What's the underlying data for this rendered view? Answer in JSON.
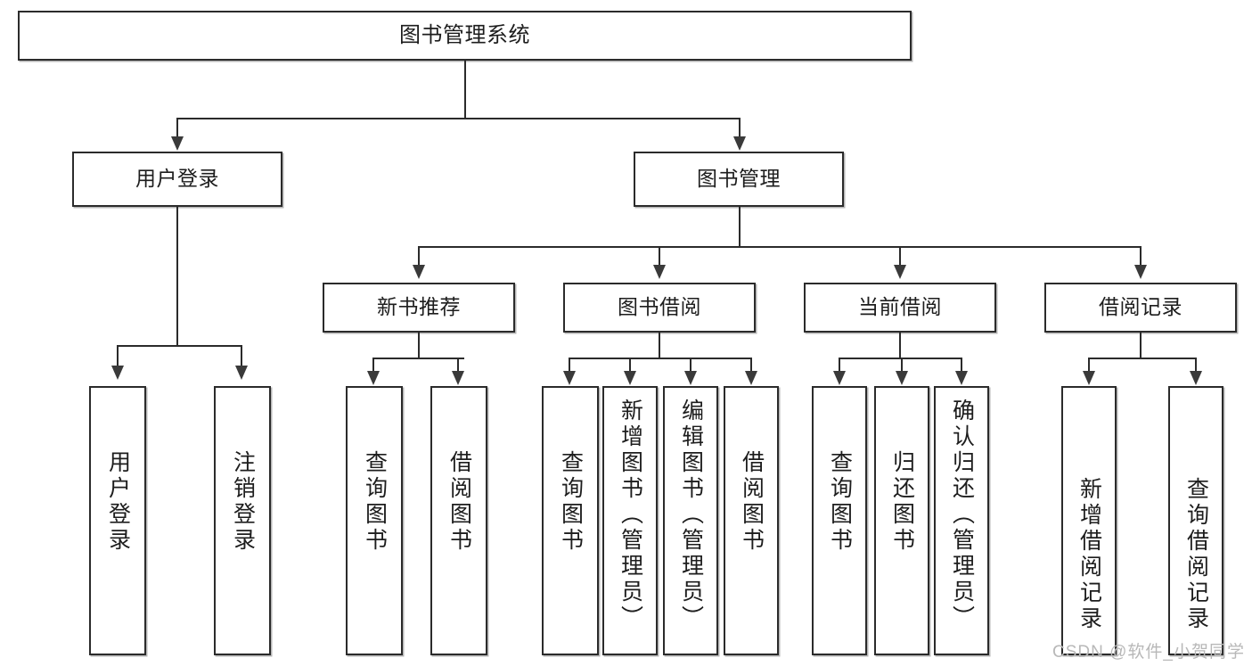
{
  "diagram": {
    "title": "图书管理系统",
    "type": "tree-hierarchy",
    "watermark": "CSDN @软件_小贺同学",
    "colors": {
      "box_border": "#2b2b2b",
      "background": "#ffffff",
      "text": "#1d1d1d",
      "watermark": "#b8b8b8"
    },
    "levels": {
      "level1": [
        "图书管理系统"
      ],
      "level2": [
        "用户登录",
        "图书管理"
      ],
      "level3": [
        "新书推荐",
        "图书借阅",
        "当前借阅",
        "借阅记录"
      ],
      "level4": [
        "用户登录",
        "注销登录",
        "查询图书",
        "借阅图书",
        "查询图书",
        "新增图书（管理员）",
        "编辑图书（管理员）",
        "借阅图书",
        "查询图书",
        "归还图书",
        "确认归还（管理员）",
        "新增借阅记录",
        "查询借阅记录"
      ]
    },
    "nodes": {
      "root": {
        "label": "图书管理系统"
      },
      "user_login": {
        "label": "用户登录"
      },
      "book_mgmt": {
        "label": "图书管理"
      },
      "new_book_rec": {
        "label": "新书推荐"
      },
      "book_borrow": {
        "label": "图书借阅"
      },
      "current_borrow": {
        "label": "当前借阅"
      },
      "borrow_record": {
        "label": "借阅记录"
      },
      "leaf_user_login": {
        "label": "用户登录"
      },
      "leaf_logout": {
        "label": "注销登录"
      },
      "leaf_query_book_a": {
        "label": "查询图书"
      },
      "leaf_borrow_book_a": {
        "label": "借阅图书"
      },
      "leaf_query_book_b": {
        "label": "查询图书"
      },
      "leaf_add_book": {
        "label": "新增图书（管理员）"
      },
      "leaf_edit_book": {
        "label": "编辑图书（管理员）"
      },
      "leaf_borrow_book_b": {
        "label": "借阅图书"
      },
      "leaf_query_book_c": {
        "label": "查询图书"
      },
      "leaf_return_book": {
        "label": "归还图书"
      },
      "leaf_confirm_return": {
        "label": "确认归还（管理员）"
      },
      "leaf_add_record": {
        "label": "新增借阅记录"
      },
      "leaf_query_record": {
        "label": "查询借阅记录"
      }
    }
  }
}
